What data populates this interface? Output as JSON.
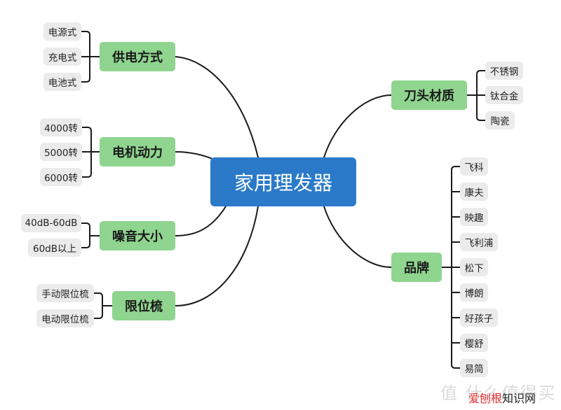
{
  "root": "家用理发器",
  "branches": [
    {
      "label": "供电方式",
      "items": [
        "电源式",
        "充电式",
        "电池式"
      ]
    },
    {
      "label": "电机动力",
      "items": [
        "4000转",
        "5000转",
        "6000转"
      ]
    },
    {
      "label": "噪音大小",
      "items": [
        "40dB-60dB",
        "60dB以上"
      ]
    },
    {
      "label": "限位梳",
      "items": [
        "手动限位梳",
        "电动限位梳"
      ]
    },
    {
      "label": "刀头材质",
      "items": [
        "不锈钢",
        "钛合金",
        "陶瓷"
      ]
    },
    {
      "label": "品牌",
      "items": [
        "飞科",
        "康夫",
        "映趣",
        "飞利浦",
        "松下",
        "博朗",
        "好孩子",
        "樱舒",
        "易简"
      ]
    }
  ],
  "watermark": {
    "faint": "值 什么值得买",
    "text_a": "爱刨根",
    "text_b": "知识网"
  },
  "colors": {
    "root": "#2a7ac9",
    "branch": "#8fd48f",
    "leaf": "#ebebeb",
    "line": "#1a1a1a"
  }
}
